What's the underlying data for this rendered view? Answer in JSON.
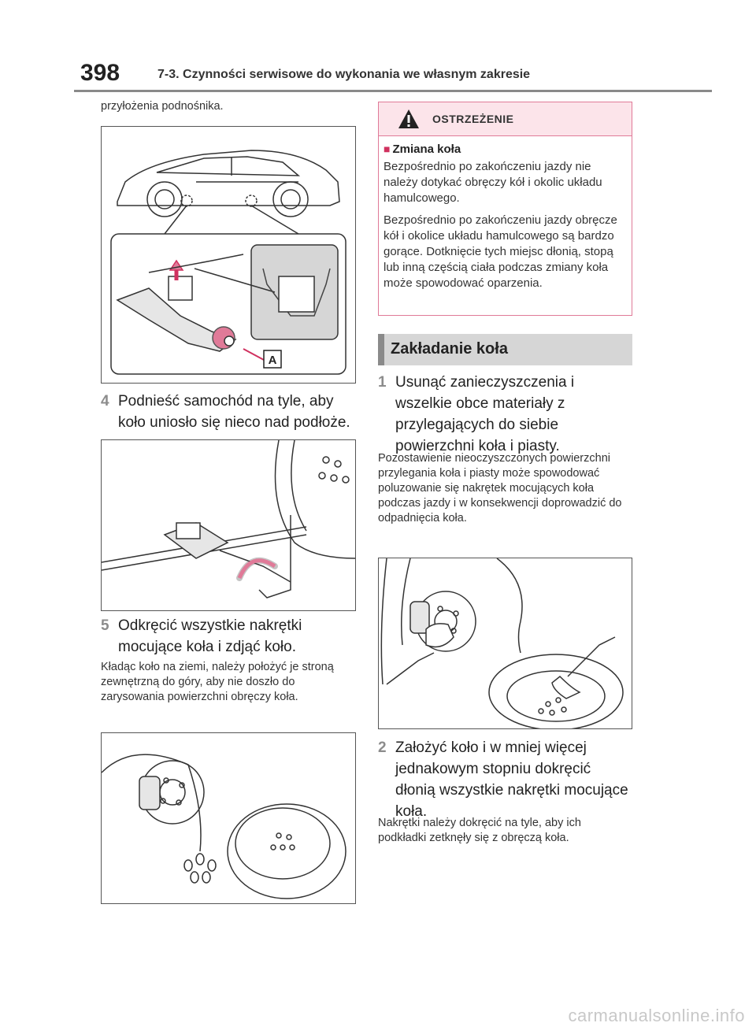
{
  "header": {
    "page_number": "398",
    "section_title": "7-3. Czynności serwisowe do wykonania we własnym zakresie"
  },
  "left": {
    "intro_text": "przyłożenia podnośnika.",
    "figure1_label": "A",
    "step4": {
      "num": "4",
      "text": "Podnieść samochód na tyle, aby koło uniosło się nieco nad podłoże."
    },
    "step5": {
      "num": "5",
      "text": "Odkręcić wszystkie nakrętki mocujące koła i zdjąć koło."
    },
    "step5_note": "Kładąc koło na ziemi, należy położyć je stroną zewnętrzną do góry, aby nie doszło do zarysowania powierzchni obręczy koła."
  },
  "warning": {
    "title": "OSTRZEŻENIE",
    "subtitle": "Zmiana koła",
    "p1": "Bezpośrednio po zakończeniu jazdy nie należy dotykać obręczy kół i okolic układu hamulcowego.",
    "p2": "Bezpośrednio po zakończeniu jazdy obręcze kół i okolice układu hamulcowego są bardzo gorące. Dotknięcie tych miejsc dłonią, stopą lub inną częścią ciała podczas zmiany koła może spowodować oparzenia."
  },
  "right": {
    "section_heading": "Zakładanie koła",
    "step1": {
      "num": "1",
      "text": "Usunąć zanieczyszczenia i wszelkie obce materiały z przylegających do siebie powierzchni koła i piasty."
    },
    "step1_note": "Pozostawienie nieoczyszczonych powierzchni przylegania koła i piasty może spowodować poluzowanie się nakrętek mocujących koła podczas jazdy i w konsekwencji doprowadzić do odpadnięcia koła.",
    "step2": {
      "num": "2",
      "text": "Założyć koło i w mniej więcej jednakowym stopniu dokręcić dłonią wszystkie nakrętki mocujące koła."
    },
    "step2_note": "Nakrętki należy dokręcić na tyle, aby ich podkładki zetknęły się z obręczą koła."
  },
  "footer": {
    "watermark": "carmanualsonline.info"
  },
  "colors": {
    "warning_border": "#e07a98",
    "warning_fill": "#fce4ea",
    "section_gray": "#d6d6d6"
  }
}
